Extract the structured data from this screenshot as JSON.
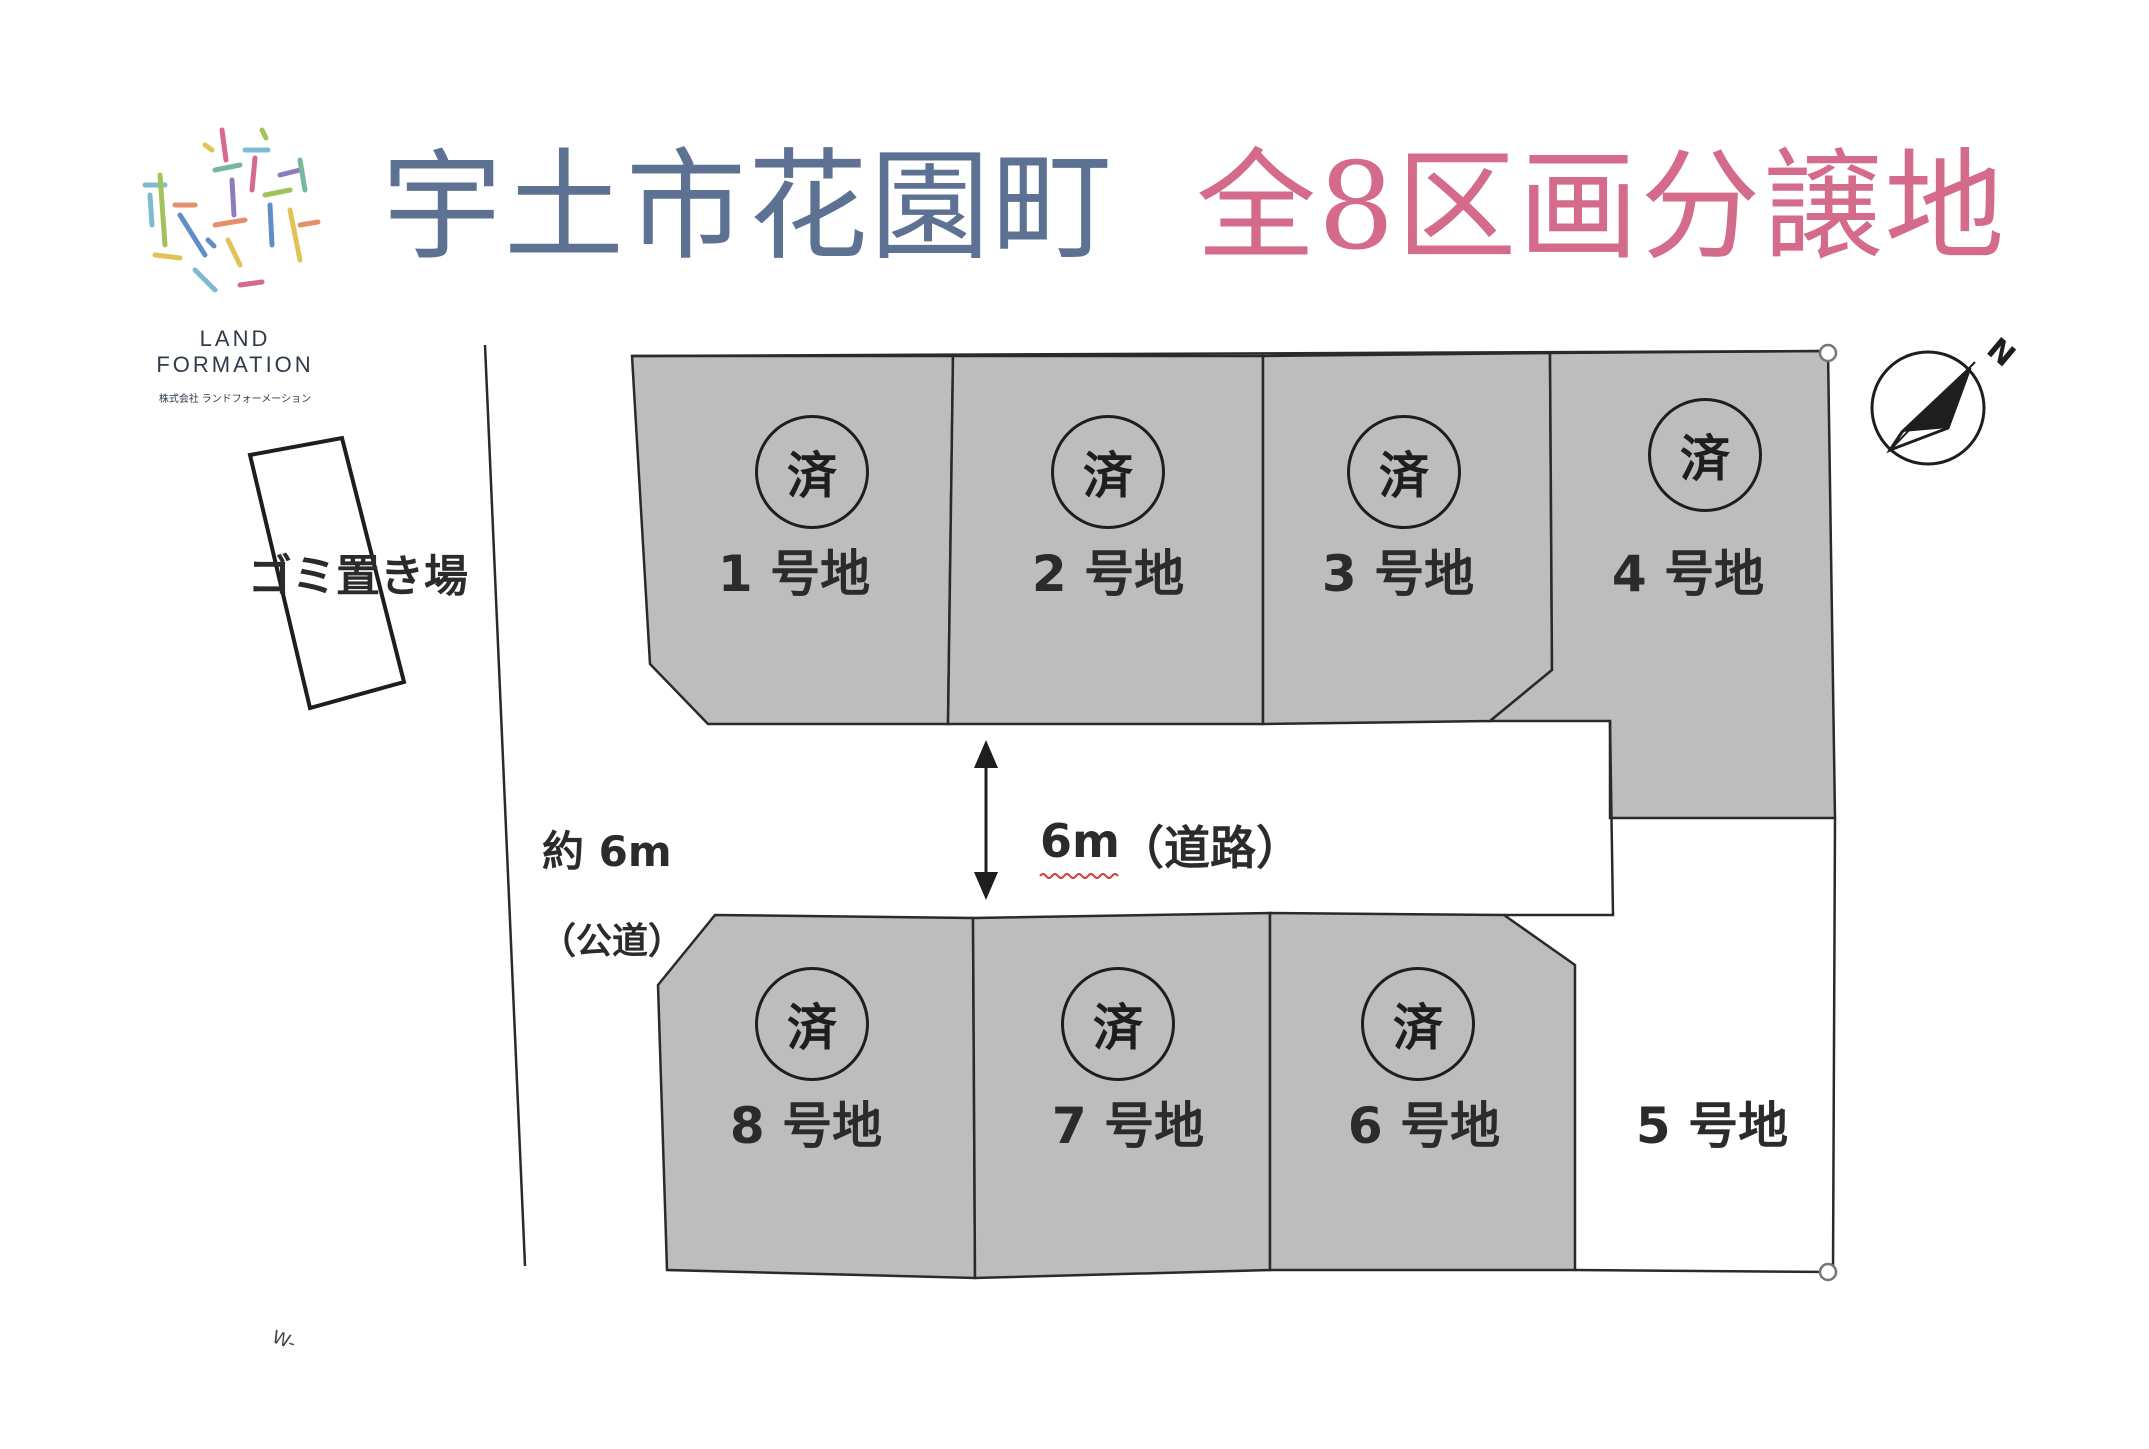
{
  "title": {
    "location": "宇土市花園町",
    "subdivision": "全8区画分譲地"
  },
  "colors": {
    "title_location": "#5d7292",
    "title_subdivision": "#d46b8b",
    "lot_fill": "#bdbdbd",
    "lot_outline": "#2a2a2a",
    "text": "#2b2b2b",
    "spellcheck_underline": "#d23c3c"
  },
  "logo": {
    "brand_line1": "LAND",
    "brand_line2": "FORMATION",
    "company": "株式会社 ランドフォーメーション"
  },
  "compass": {
    "north_label": "N",
    "icon": "compass-needle"
  },
  "sold_mark": "済",
  "lots": [
    {
      "number": "1",
      "label": "1 号地",
      "sold": true
    },
    {
      "number": "2",
      "label": "2 号地",
      "sold": true
    },
    {
      "number": "3",
      "label": "3 号地",
      "sold": true
    },
    {
      "number": "4",
      "label": "4 号地",
      "sold": true
    },
    {
      "number": "5",
      "label": "5 号地",
      "sold": false
    },
    {
      "number": "6",
      "label": "6 号地",
      "sold": true
    },
    {
      "number": "7",
      "label": "7 号地",
      "sold": true
    },
    {
      "number": "8",
      "label": "8 号地",
      "sold": true
    }
  ],
  "road": {
    "width_label": "6m",
    "name_label": "（道路）"
  },
  "public_road": {
    "width_label": "約 6m",
    "name_label": "（公道）"
  },
  "garbage_area": {
    "label": "ゴミ置き場"
  },
  "corner_note": "W-"
}
